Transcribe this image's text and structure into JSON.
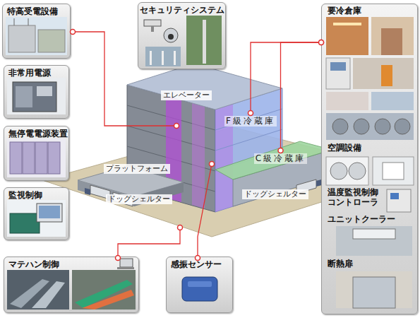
{
  "diagram": {
    "nodes": [
      {
        "text": [
          "特高受電設備"
        ]
      },
      {
        "text": [
          "セキュリティシステム"
        ]
      },
      {
        "text": [
          "要冷倉庫",
          "空調設備",
          "温度監視制御 コントローラ",
          "ユニットクーラー",
          "断熱扉"
        ]
      },
      {
        "text": [
          "非常用電源"
        ]
      },
      {
        "text": [
          "F級冷蔵庫"
        ]
      },
      {
        "text": [
          "無停電電源装置"
        ]
      },
      {
        "text": [
          "C級冷蔵庫"
        ]
      },
      {
        "text": [
          "監視制御"
        ]
      },
      {
        "text": [
          "マテハン制御"
        ]
      },
      {
        "text": [
          "感振センサー"
        ]
      }
    ],
    "edges": [
      {
        "from": 2,
        "to": 4,
        "arrow": "none"
      },
      {
        "from": 2,
        "to": 6,
        "arrow": "none"
      }
    ],
    "labels": [
      "エレベーター",
      "プラットフォーム",
      "ドッグシェルター",
      "ドッグシェルター"
    ]
  }
}
